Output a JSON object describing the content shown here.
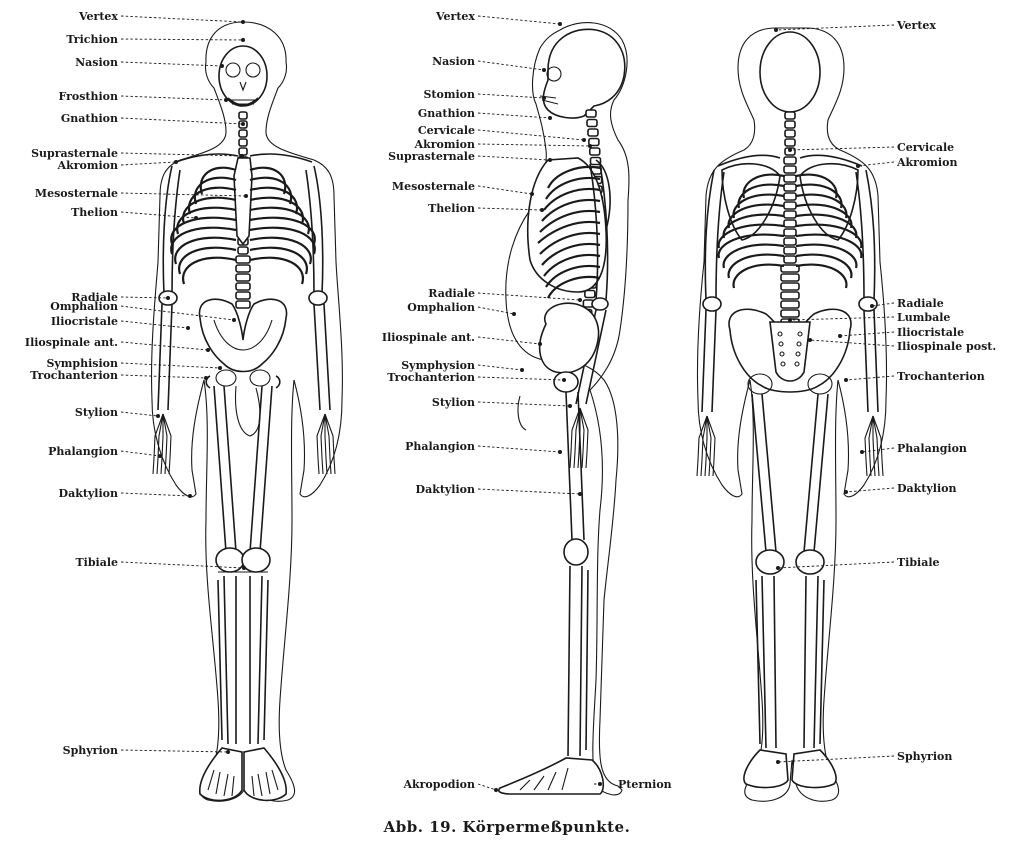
{
  "caption": "Abb. 19. Körpermeßpunkte.",
  "front_view": {
    "labels": [
      "Vertex",
      "Trichion",
      "Nasion",
      "Frosthion",
      "Gnathion",
      "Suprasternale",
      "Akromion",
      "Mesosternale",
      "Thelion",
      "Radiale",
      "Omphalion",
      "Iliocristale",
      "Iliospinale ant.",
      "Symphision",
      "Trochanterion",
      "Stylion",
      "Phalangion",
      "Daktylion",
      "Tibiale",
      "Sphyrion"
    ]
  },
  "side_view": {
    "labels": [
      "Vertex",
      "Nasion",
      "Stomion",
      "Gnathion",
      "Cervicale",
      "Akromion",
      "Suprasternale",
      "Mesosternale",
      "Thelion",
      "Radiale",
      "Omphalion",
      "Iliospinale ant.",
      "Symphysion",
      "Trochanterion",
      "Stylion",
      "Phalangion",
      "Daktylion",
      "Akropodion",
      "Pternion"
    ]
  },
  "back_view": {
    "labels": [
      "Vertex",
      "Cervicale",
      "Akromion",
      "Radiale",
      "Lumbale",
      "Iliocristale",
      "Iliospinale post.",
      "Trochanterion",
      "Phalangion",
      "Daktylion",
      "Tibiale",
      "Sphyrion"
    ]
  }
}
